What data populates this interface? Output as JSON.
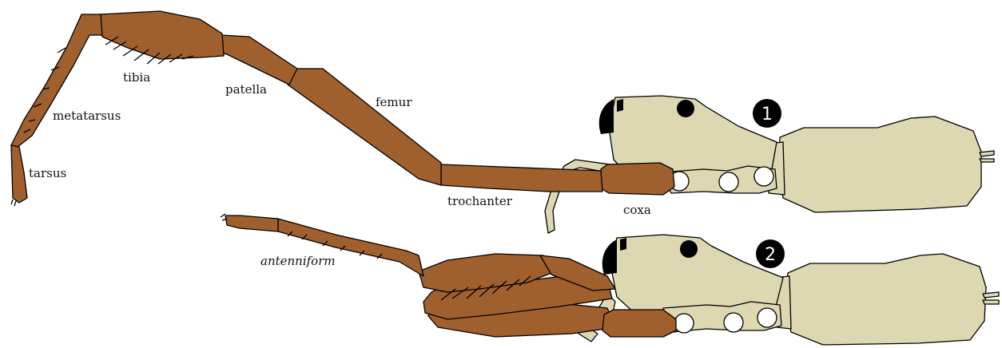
{
  "labels": {
    "tarsus": "tarsus",
    "metatarsus": "metatarsus",
    "tibia": "tibia",
    "patella": "patella",
    "femur": "femur",
    "trochanter": "trochanter",
    "coxa": "coxa",
    "antenniform": "antenniform"
  },
  "badges": {
    "one": "1",
    "two": "2"
  },
  "colors": {
    "leg": "#a0602e",
    "body": "#ddd8b2",
    "outline": "#000000"
  }
}
